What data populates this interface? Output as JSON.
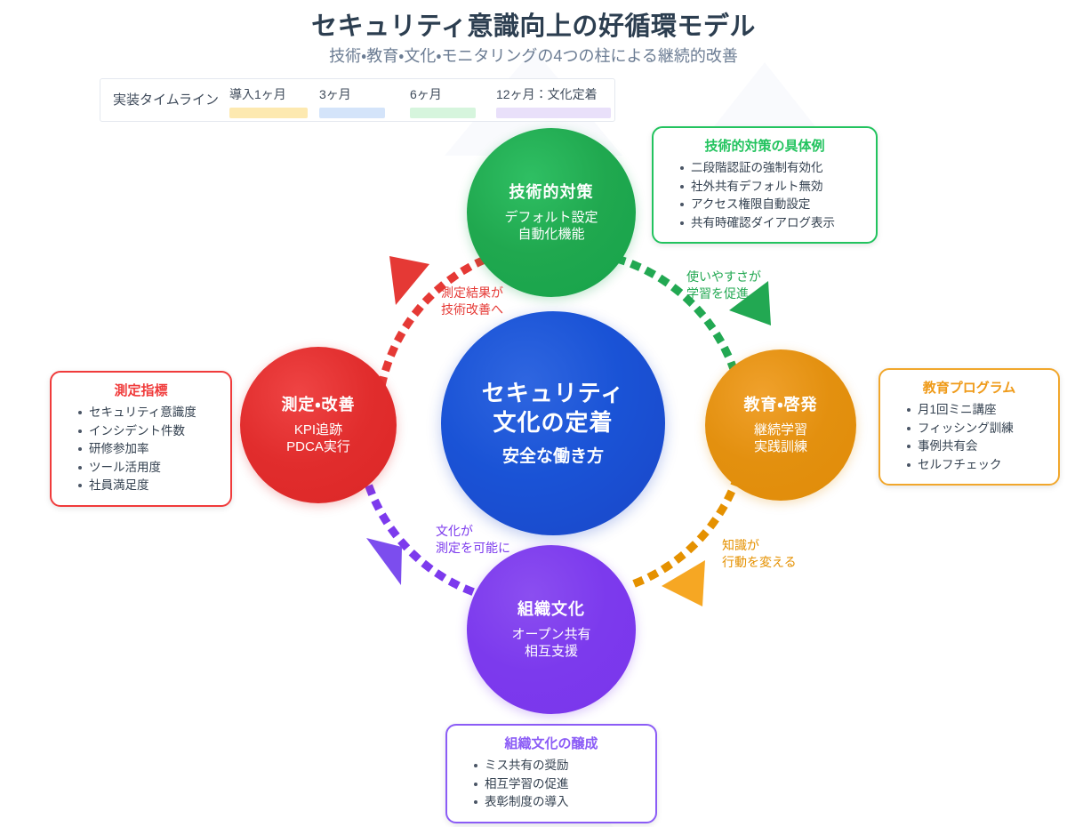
{
  "header": {
    "title": "セキュリティ意識向上の好循環モデル",
    "subtitle": "技術・教育・文化・モニタリングの4つの柱による継続的改善"
  },
  "timeline": {
    "label": "実装タイムライン",
    "segments": [
      {
        "text": "導入1ヶ月",
        "color": "#fde9b0"
      },
      {
        "text": "3ヶ月",
        "color": "#d4e4fa"
      },
      {
        "text": "6ヶ月",
        "color": "#d6f5dd"
      },
      {
        "text": "12ヶ月：文化定着",
        "color": "#e9e0fa"
      }
    ]
  },
  "nodes": {
    "center": {
      "title_line1": "セキュリティ",
      "title_line2": "文化の定着",
      "subtitle": "安全な働き方",
      "color": "#1a46c8"
    },
    "tech": {
      "title": "技術的対策",
      "sub_line1": "デフォルト設定",
      "sub_line2": "自動化機能",
      "color": "#16a34a"
    },
    "education": {
      "title": "教育・啓発",
      "sub_line1": "継続学習",
      "sub_line2": "実践訓練",
      "color": "#e08c08"
    },
    "culture": {
      "title": "組織文化",
      "sub_line1": "オープン共有",
      "sub_line2": "相互支援",
      "color": "#7c3aed"
    },
    "measure": {
      "title": "測定・改善",
      "sub_line1": "KPI追跡",
      "sub_line2": "PDCA実行",
      "color": "#dc2626"
    }
  },
  "callouts": {
    "tech": {
      "title": "技術的対策の具体例",
      "color": "#22c35e",
      "items": [
        "二段階認証の強制有効化",
        "社外共有デフォルト無効",
        "アクセス権限自動設定",
        "共有時確認ダイアログ表示"
      ]
    },
    "education": {
      "title": "教育プログラム",
      "color": "#f1a72c",
      "items": [
        "月1回ミニ講座",
        "フィッシング訓練",
        "事例共有会",
        "セルフチェック"
      ]
    },
    "measure": {
      "title": "測定指標",
      "color": "#f03b3b",
      "items": [
        "セキュリティ意識度",
        "インシデント件数",
        "研修参加率",
        "ツール活用度",
        "社員満足度"
      ]
    },
    "culture": {
      "title": "組織文化の醸成",
      "color": "#8b5cf6",
      "items": [
        "ミス共有の奨励",
        "相互学習の促進",
        "表彰制度の導入"
      ]
    }
  },
  "arrows": [
    {
      "name": "measure-to-tech",
      "line1": "測定結果が",
      "line2": "技術改善へ",
      "color": "#e53935"
    },
    {
      "name": "tech-to-education",
      "line1": "使いやすさが",
      "line2": "学習を促進",
      "color": "#22a852"
    },
    {
      "name": "education-to-culture",
      "line1": "知識が",
      "line2": "行動を変える",
      "color": "#e59100"
    },
    {
      "name": "culture-to-measure",
      "line1": "文化が",
      "line2": "測定を可能に",
      "color": "#7c3aed"
    }
  ]
}
